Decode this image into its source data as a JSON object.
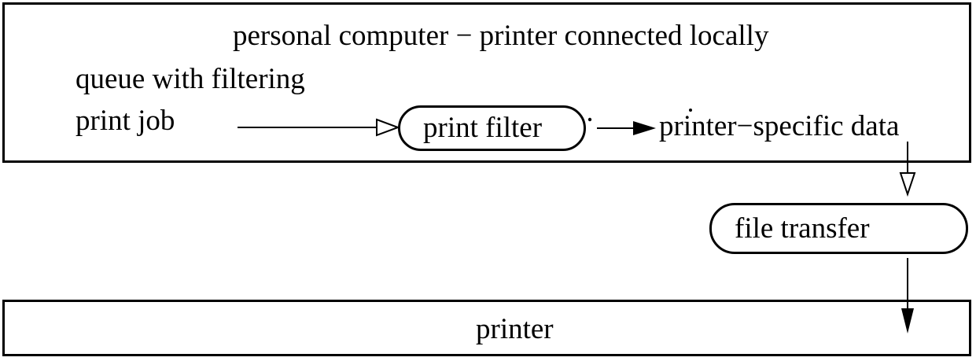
{
  "colors": {
    "background": "#ffffff",
    "stroke": "#000000",
    "text": "#000000"
  },
  "nodes": {
    "pc_box": {
      "label": "personal computer − printer connected locally",
      "shape": "rectangle-container"
    },
    "queue_note": {
      "label": "queue with filtering"
    },
    "print_job": {
      "label": "print job"
    },
    "print_filter": {
      "label": "print filter",
      "shape": "rounded-rectangle"
    },
    "printer_specific_data": {
      "label": "printer−specific data"
    },
    "file_transfer": {
      "label": "file transfer",
      "shape": "rounded-rectangle"
    },
    "printer_box": {
      "label": "printer",
      "shape": "rectangle-container"
    }
  },
  "edges": [
    {
      "from": "print job",
      "to": "print filter",
      "head": "open-triangle",
      "direction": "right"
    },
    {
      "from": "print filter",
      "to": "printer−specific data",
      "head": "solid-triangle",
      "direction": "right"
    },
    {
      "from": "printer−specific data",
      "to": "file transfer",
      "head": "open-triangle",
      "direction": "down"
    },
    {
      "from": "file transfer",
      "to": "printer",
      "head": "solid-triangle",
      "direction": "down"
    }
  ]
}
